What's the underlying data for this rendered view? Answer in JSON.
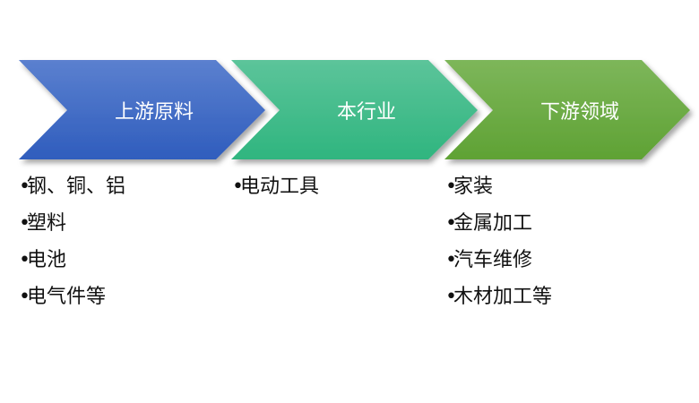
{
  "stages": [
    {
      "label": "上游原料",
      "color_top": "#5b80cf",
      "color_bottom": "#2f5dbd",
      "items": [
        "钢、铜、铝",
        "塑料",
        "电池",
        "电气件等"
      ]
    },
    {
      "label": "本行业",
      "color_top": "#5cc49a",
      "color_bottom": "#2fb57f",
      "items": [
        "电动工具"
      ]
    },
    {
      "label": "下游领域",
      "color_top": "#7db65a",
      "color_bottom": "#5fa234",
      "items": [
        "家装",
        "金属加工",
        "汽车维修",
        "木材加工等"
      ]
    }
  ],
  "bullet": "•"
}
